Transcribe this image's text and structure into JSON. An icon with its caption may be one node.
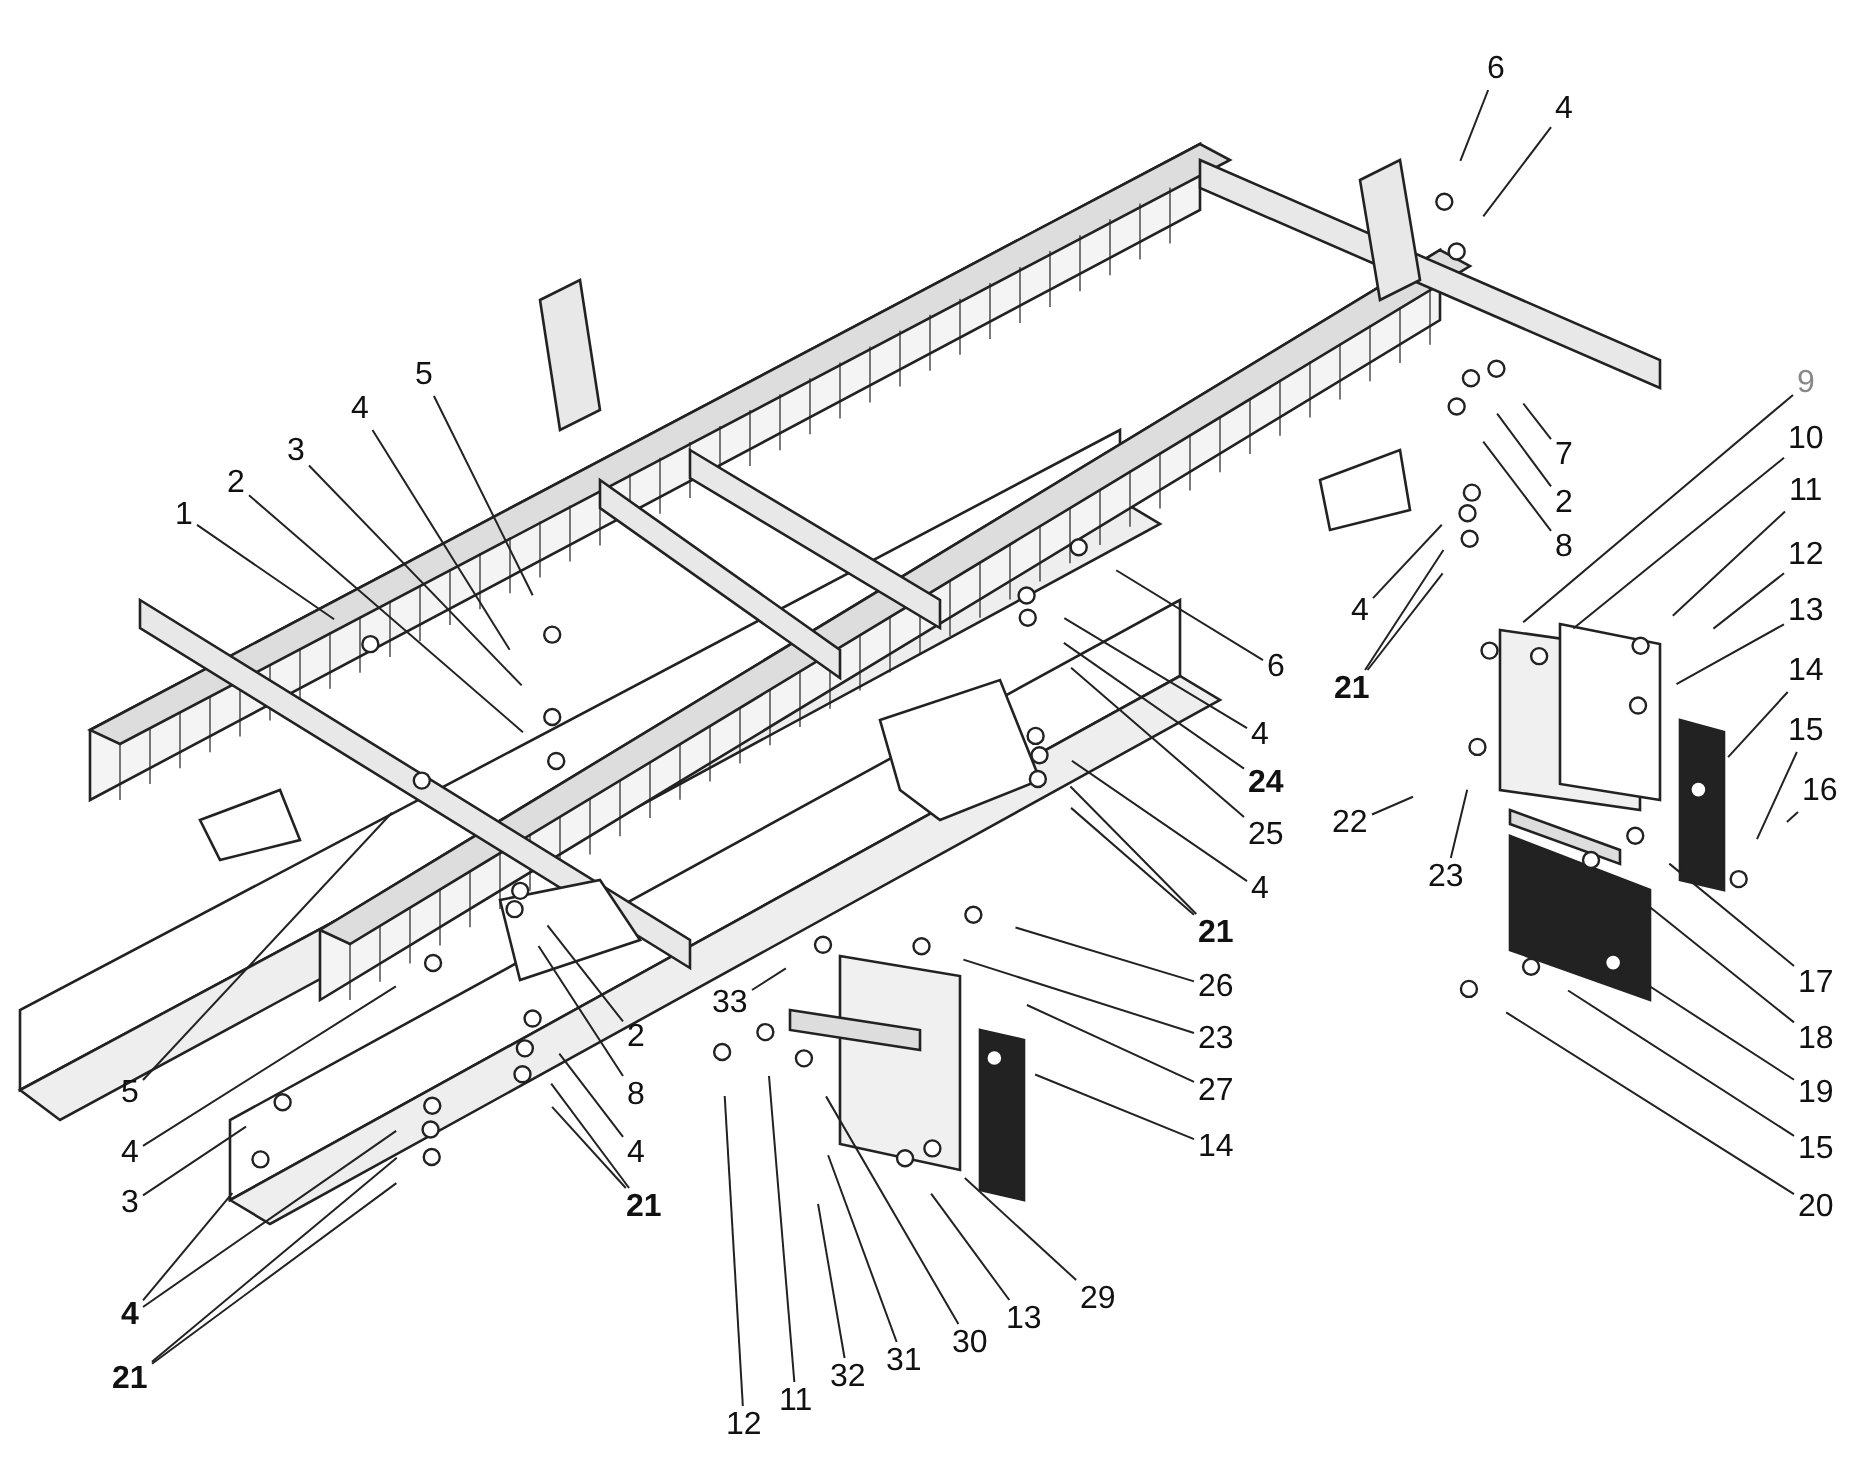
{
  "diagram": {
    "nodes": [
      {
        "text": [
          "6"
        ]
      },
      {
        "text": [
          "4"
        ]
      },
      {
        "text": [
          "5"
        ]
      },
      {
        "text": [
          "4"
        ]
      },
      {
        "text": [
          "3"
        ]
      },
      {
        "text": [
          "2"
        ]
      },
      {
        "text": [
          "1"
        ]
      },
      {
        "text": [
          "9"
        ]
      },
      {
        "text": [
          "7"
        ]
      },
      {
        "text": [
          "2"
        ]
      },
      {
        "text": [
          "8"
        ]
      },
      {
        "text": [
          "10"
        ]
      },
      {
        "text": [
          "11"
        ]
      },
      {
        "text": [
          "12"
        ]
      },
      {
        "text": [
          "13"
        ]
      },
      {
        "text": [
          "14"
        ]
      },
      {
        "text": [
          "15"
        ]
      },
      {
        "text": [
          "16"
        ]
      },
      {
        "text": [
          "4"
        ]
      },
      {
        "text": [
          "21"
        ]
      },
      {
        "text": [
          "6"
        ]
      },
      {
        "text": [
          "4"
        ]
      },
      {
        "text": [
          "24"
        ]
      },
      {
        "text": [
          "25"
        ]
      },
      {
        "text": [
          "4"
        ]
      },
      {
        "text": [
          "21"
        ]
      },
      {
        "text": [
          "22"
        ]
      },
      {
        "text": [
          "23"
        ]
      },
      {
        "text": [
          "17"
        ]
      },
      {
        "text": [
          "18"
        ]
      },
      {
        "text": [
          "19"
        ]
      },
      {
        "text": [
          "15"
        ]
      },
      {
        "text": [
          "20"
        ]
      },
      {
        "text": [
          "5"
        ]
      },
      {
        "text": [
          "4"
        ]
      },
      {
        "text": [
          "3"
        ]
      },
      {
        "text": [
          "4"
        ]
      },
      {
        "text": [
          "21"
        ]
      },
      {
        "text": [
          "2"
        ]
      },
      {
        "text": [
          "8"
        ]
      },
      {
        "text": [
          "4"
        ]
      },
      {
        "text": [
          "21"
        ]
      },
      {
        "text": [
          "33"
        ]
      },
      {
        "text": [
          "26"
        ]
      },
      {
        "text": [
          "23"
        ]
      },
      {
        "text": [
          "27"
        ]
      },
      {
        "text": [
          "14"
        ]
      },
      {
        "text": [
          "29"
        ]
      },
      {
        "text": [
          "13"
        ]
      },
      {
        "text": [
          "30"
        ]
      },
      {
        "text": [
          "31"
        ]
      },
      {
        "text": [
          "32"
        ]
      },
      {
        "text": [
          "11"
        ]
      },
      {
        "text": [
          "12"
        ]
      }
    ],
    "edges": [
      {
        "from": 0,
        "to": null,
        "arrow": "none"
      },
      {
        "from": 1,
        "to": null,
        "arrow": "none"
      },
      {
        "from": 2,
        "to": null,
        "arrow": "none"
      },
      {
        "from": 3,
        "to": null,
        "arrow": "none"
      },
      {
        "from": 4,
        "to": null,
        "arrow": "none"
      },
      {
        "from": 5,
        "to": null,
        "arrow": "none"
      },
      {
        "from": 6,
        "to": null,
        "arrow": "none"
      },
      {
        "from": 7,
        "to": null,
        "arrow": "none"
      },
      {
        "from": 8,
        "to": null,
        "arrow": "none"
      },
      {
        "from": 9,
        "to": null,
        "arrow": "none"
      },
      {
        "from": 10,
        "to": null,
        "arrow": "none"
      },
      {
        "from": 11,
        "to": null,
        "arrow": "none"
      },
      {
        "from": 12,
        "to": null,
        "arrow": "none"
      },
      {
        "from": 13,
        "to": null,
        "arrow": "none"
      },
      {
        "from": 14,
        "to": null,
        "arrow": "none"
      },
      {
        "from": 15,
        "to": null,
        "arrow": "none"
      },
      {
        "from": 16,
        "to": null,
        "arrow": "none"
      },
      {
        "from": 17,
        "to": null,
        "arrow": "none"
      },
      {
        "from": 18,
        "to": null,
        "arrow": "none"
      },
      {
        "from": 19,
        "to": null,
        "arrow": "none"
      },
      {
        "from": 19,
        "to": null,
        "arrow": "none"
      },
      {
        "from": 20,
        "to": null,
        "arrow": "none"
      },
      {
        "from": 21,
        "to": null,
        "arrow": "none"
      },
      {
        "from": 22,
        "to": null,
        "arrow": "none"
      },
      {
        "from": 23,
        "to": null,
        "arrow": "none"
      },
      {
        "from": 24,
        "to": null,
        "arrow": "none"
      },
      {
        "from": 25,
        "to": null,
        "arrow": "none"
      },
      {
        "from": 25,
        "to": null,
        "arrow": "none"
      },
      {
        "from": 26,
        "to": null,
        "arrow": "none"
      },
      {
        "from": 27,
        "to": null,
        "arrow": "none"
      },
      {
        "from": 28,
        "to": null,
        "arrow": "none"
      },
      {
        "from": 29,
        "to": null,
        "arrow": "none"
      },
      {
        "from": 30,
        "to": null,
        "arrow": "none"
      },
      {
        "from": 31,
        "to": null,
        "arrow": "none"
      },
      {
        "from": 32,
        "to": null,
        "arrow": "none"
      },
      {
        "from": 33,
        "to": null,
        "arrow": "none"
      },
      {
        "from": 34,
        "to": null,
        "arrow": "none"
      },
      {
        "from": 35,
        "to": null,
        "arrow": "none"
      },
      {
        "from": 36,
        "to": null,
        "arrow": "none"
      },
      {
        "from": 36,
        "to": null,
        "arrow": "none"
      },
      {
        "from": 37,
        "to": null,
        "arrow": "none"
      },
      {
        "from": 37,
        "to": null,
        "arrow": "none"
      },
      {
        "from": 38,
        "to": null,
        "arrow": "none"
      },
      {
        "from": 39,
        "to": null,
        "arrow": "none"
      },
      {
        "from": 40,
        "to": null,
        "arrow": "none"
      },
      {
        "from": 41,
        "to": null,
        "arrow": "none"
      },
      {
        "from": 41,
        "to": null,
        "arrow": "none"
      },
      {
        "from": 42,
        "to": null,
        "arrow": "none"
      },
      {
        "from": 43,
        "to": null,
        "arrow": "none"
      },
      {
        "from": 44,
        "to": null,
        "arrow": "none"
      },
      {
        "from": 45,
        "to": null,
        "arrow": "none"
      },
      {
        "from": 46,
        "to": null,
        "arrow": "none"
      },
      {
        "from": 47,
        "to": null,
        "arrow": "none"
      },
      {
        "from": 48,
        "to": null,
        "arrow": "none"
      },
      {
        "from": 49,
        "to": null,
        "arrow": "none"
      },
      {
        "from": 50,
        "to": null,
        "arrow": "none"
      },
      {
        "from": 51,
        "to": null,
        "arrow": "none"
      },
      {
        "from": 52,
        "to": null,
        "arrow": "none"
      },
      {
        "from": 53,
        "to": null,
        "arrow": "none"
      }
    ]
  }
}
